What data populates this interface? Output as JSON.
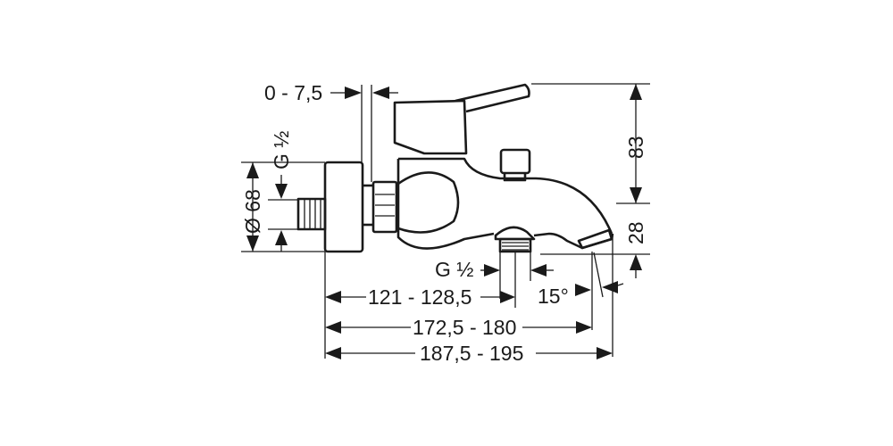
{
  "drawing": {
    "title": "Bath mixer dimensional drawing",
    "dimensions": {
      "wall_offset": "0 - 7,5",
      "inlet_thread": "G ½",
      "rosette_diameter": "Ø 68",
      "height_top": "83",
      "height_spout": "28",
      "outlet_thread": "G ½",
      "spout_angle": "15°",
      "depth_outlet": "121 - 128,5",
      "depth_spout": "172,5 - 180",
      "depth_total": "187,5 - 195"
    }
  },
  "colors": {
    "line": "#1a1a1a",
    "background": "#ffffff"
  }
}
